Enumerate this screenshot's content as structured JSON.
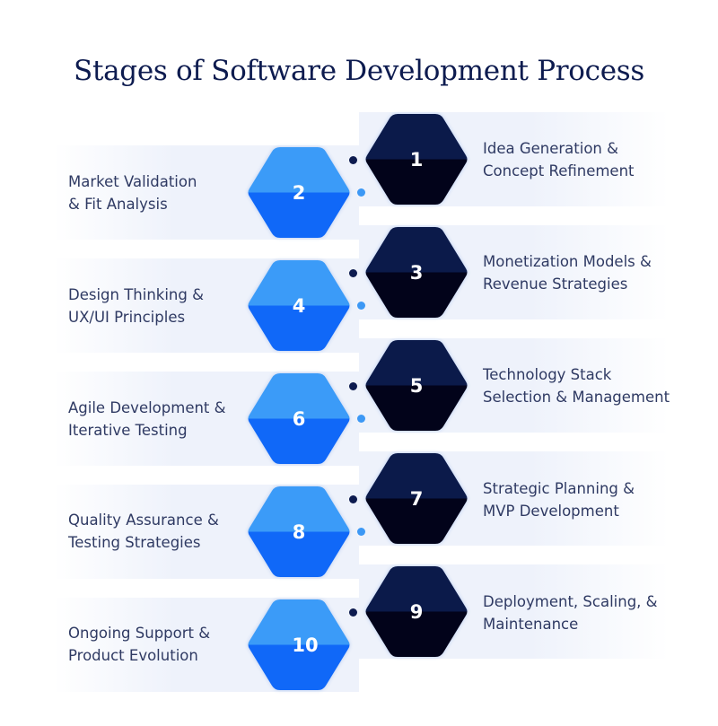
{
  "title": "Stages of Software Development Process",
  "colors": {
    "title": "#0d1b4f",
    "dark_hex_top": "#0b1a4a",
    "dark_hex_bottom": "#02031a",
    "blue_hex_top": "#3b9bf8",
    "blue_hex_bottom": "#1068f8",
    "band": "#eef2fb",
    "label_text": "#2f3a63",
    "dot_dark": "#0d1b4f",
    "dot_light": "#3c98f5"
  },
  "stages": [
    {
      "number": "1",
      "line1": "Idea Generation &",
      "line2": "Concept Refinement",
      "side": "right"
    },
    {
      "number": "2",
      "line1": "Market Validation",
      "line2": "& Fit Analysis",
      "side": "left"
    },
    {
      "number": "3",
      "line1": "Monetization Models &",
      "line2": "Revenue Strategies",
      "side": "right"
    },
    {
      "number": "4",
      "line1": "Design Thinking &",
      "line2": "UX/UI Principles",
      "side": "left"
    },
    {
      "number": "5",
      "line1": "Technology Stack",
      "line2": "Selection & Management",
      "side": "right"
    },
    {
      "number": "6",
      "line1": "Agile Development &",
      "line2": "Iterative Testing",
      "side": "left"
    },
    {
      "number": "7",
      "line1": "Strategic Planning &",
      "line2": "MVP Development",
      "side": "right"
    },
    {
      "number": "8",
      "line1": "Quality Assurance &",
      "line2": "Testing Strategies",
      "side": "left"
    },
    {
      "number": "9",
      "line1": "Deployment, Scaling, &",
      "line2": "Maintenance",
      "side": "right"
    },
    {
      "number": "10",
      "line1": "Ongoing Support &",
      "line2": "Product Evolution",
      "side": "left"
    }
  ]
}
